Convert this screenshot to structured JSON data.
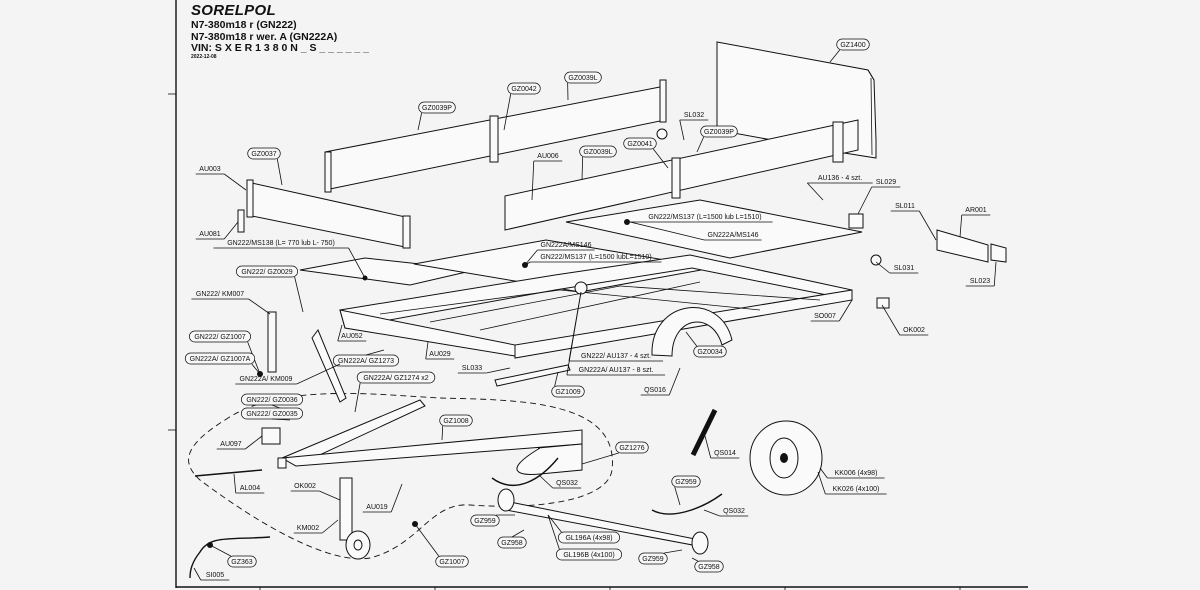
{
  "document": {
    "brand": "SORELPOL",
    "model_lines": [
      "N7-380m18 r (GN222)",
      "N7-380m18 r wer. A (GN222A)",
      "VIN: S X E R 1 3 8 0 N _ S _ _ _ _ _ _"
    ],
    "date": "2022-12-08"
  },
  "callouts": [
    {
      "id": "GZ1400",
      "label": "GZ1400",
      "style": "bubble"
    },
    {
      "id": "GZ0039L-top",
      "label": "GZ0039L",
      "style": "bubble"
    },
    {
      "id": "GZ0042",
      "label": "GZ0042",
      "style": "bubble"
    },
    {
      "id": "GZ0039P-top",
      "label": "GZ0039P",
      "style": "bubble"
    },
    {
      "id": "SL032",
      "label": "SL032",
      "style": "underline"
    },
    {
      "id": "GZ0039P-mid",
      "label": "GZ0039P",
      "style": "bubble"
    },
    {
      "id": "GZ0041",
      "label": "GZ0041",
      "style": "bubble"
    },
    {
      "id": "GZ0039L-mid",
      "label": "GZ0039L",
      "style": "bubble"
    },
    {
      "id": "AU006",
      "label": "AU006",
      "style": "underline"
    },
    {
      "id": "GZ0037",
      "label": "GZ0037",
      "style": "bubble"
    },
    {
      "id": "AU003",
      "label": "AU003",
      "style": "underline"
    },
    {
      "id": "AU081",
      "label": "AU081",
      "style": "underline"
    },
    {
      "id": "AU136",
      "label": "AU136 - 4 szt.",
      "style": "underline"
    },
    {
      "id": "SL029",
      "label": "SL029",
      "style": "underline"
    },
    {
      "id": "SL011",
      "label": "SL011",
      "style": "underline"
    },
    {
      "id": "AR001",
      "label": "AR001",
      "style": "underline"
    },
    {
      "id": "SL023",
      "label": "SL023",
      "style": "underline"
    },
    {
      "id": "GN222-MS137-right",
      "label": "GN222/MS137 (L=1500 lub L=1510)",
      "style": "underline"
    },
    {
      "id": "GN222A-MS146-right",
      "label": "GN222A/MS146",
      "style": "underline"
    },
    {
      "id": "GN222-MS138",
      "label": "GN222/MS138 (L= 770 lub L- 750)",
      "style": "underline"
    },
    {
      "id": "GN222A-MS146-mid",
      "label": "GN222A/MS146",
      "style": "underline"
    },
    {
      "id": "GN222-MS137-mid",
      "label": "GN222/MS137 (L=1500 lubL=1510)",
      "style": "underline"
    },
    {
      "id": "SL031",
      "label": "SL031",
      "style": "underline"
    },
    {
      "id": "SO007",
      "label": "SO007",
      "style": "underline"
    },
    {
      "id": "OK002-right",
      "label": "OK002",
      "style": "underline"
    },
    {
      "id": "GN222-GZ0029",
      "label": "GN222/ GZ0029",
      "style": "bubble"
    },
    {
      "id": "GN222-KM007",
      "label": "GN222/ KM007",
      "style": "underline"
    },
    {
      "id": "GN222-GZ1007",
      "label": "GN222/ GZ1007",
      "style": "bubble"
    },
    {
      "id": "GN222A-GZ1007A",
      "label": "GN222A/ GZ1007A",
      "style": "bubble"
    },
    {
      "id": "AU052",
      "label": "AU052",
      "style": "underline"
    },
    {
      "id": "AU029",
      "label": "AU029",
      "style": "underline"
    },
    {
      "id": "GN222A-GZ1273",
      "label": "GN222A/ GZ1273",
      "style": "bubble"
    },
    {
      "id": "GN222A-KM009",
      "label": "GN222A/ KM009",
      "style": "underline"
    },
    {
      "id": "GN222A-GZ1274",
      "label": "GN222A/ GZ1274 x2",
      "style": "bubble"
    },
    {
      "id": "SL033",
      "label": "SL033",
      "style": "underline"
    },
    {
      "id": "GZ1009",
      "label": "GZ1009",
      "style": "bubble"
    },
    {
      "id": "GN222-AU137",
      "label": "GN222/ AU137 - 4 szt.",
      "style": "underline"
    },
    {
      "id": "GN222A-AU137",
      "label": "GN222A/ AU137 - 8 szt.",
      "style": "underline"
    },
    {
      "id": "GZ0034",
      "label": "GZ0034",
      "style": "bubble"
    },
    {
      "id": "QS016",
      "label": "QS016",
      "style": "underline"
    },
    {
      "id": "GN222-GZ0036",
      "label": "GN222/ GZ0036",
      "style": "bubble"
    },
    {
      "id": "GN222-GZ0035",
      "label": "GN222/ GZ0035",
      "style": "bubble"
    },
    {
      "id": "AU097",
      "label": "AU097",
      "style": "underline"
    },
    {
      "id": "GZ1008",
      "label": "GZ1008",
      "style": "bubble"
    },
    {
      "id": "GZ1276",
      "label": "GZ1276",
      "style": "bubble"
    },
    {
      "id": "QS014",
      "label": "QS014",
      "style": "underline"
    },
    {
      "id": "KK006",
      "label": "KK006 (4x98)",
      "style": "underline"
    },
    {
      "id": "KK026",
      "label": "KK026 (4x100)",
      "style": "underline"
    },
    {
      "id": "AL004",
      "label": "AL004",
      "style": "underline"
    },
    {
      "id": "OK002-left",
      "label": "OK002",
      "style": "underline"
    },
    {
      "id": "AU019",
      "label": "AU019",
      "style": "underline"
    },
    {
      "id": "KM002",
      "label": "KM002",
      "style": "underline"
    },
    {
      "id": "QS032-left",
      "label": "QS032",
      "style": "underline"
    },
    {
      "id": "GZ959-top",
      "label": "GZ959",
      "style": "bubble"
    },
    {
      "id": "QS032-right",
      "label": "QS032",
      "style": "underline"
    },
    {
      "id": "GZ959-left",
      "label": "GZ959",
      "style": "bubble"
    },
    {
      "id": "GZ958-left",
      "label": "GZ958",
      "style": "bubble"
    },
    {
      "id": "GL196A",
      "label": "GL196A (4x98)",
      "style": "bubble"
    },
    {
      "id": "GL196B",
      "label": "GL196B (4x100)",
      "style": "bubble"
    },
    {
      "id": "GZ959-right",
      "label": "GZ959",
      "style": "bubble"
    },
    {
      "id": "GZ958-right",
      "label": "GZ958",
      "style": "bubble"
    },
    {
      "id": "GZ1007",
      "label": "GZ1007",
      "style": "bubble"
    },
    {
      "id": "GZ363",
      "label": "GZ363",
      "style": "bubble"
    },
    {
      "id": "SI005",
      "label": "SI005",
      "style": "underline"
    }
  ]
}
